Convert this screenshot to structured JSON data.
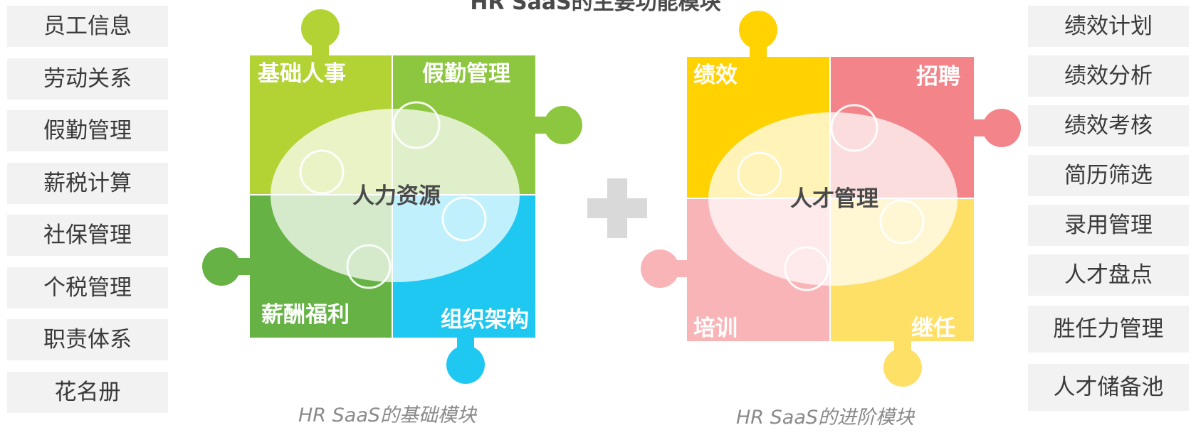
{
  "title": "HR SaaS的主要功能模块",
  "left_list": [
    "员工信息",
    "劳动关系",
    "假勤管理",
    "薪税计算",
    "社保管理",
    "个税管理",
    "职责体系",
    "花名册"
  ],
  "right_list": [
    "绩效计划",
    "绩效分析",
    "绩效考核",
    "简历筛选",
    "录用管理",
    "人才盘点",
    "胜任力管理",
    "人才储备池"
  ],
  "basic_puzzle": {
    "center": "人力资源",
    "pieces": [
      "基础人事",
      "假勤管理",
      "薪酬福利",
      "组织架构"
    ],
    "caption": "HR SaaS的基础模块"
  },
  "advanced_puzzle": {
    "center": "人才管理",
    "pieces": [
      "绩效",
      "招聘",
      "培训",
      "继任"
    ],
    "caption": "HR SaaS的进阶模块"
  },
  "colors": {
    "basic": [
      "#b3d335",
      "#8dc63f",
      "#66b245",
      "#1fc8f0"
    ],
    "advanced": [
      "#ffd200",
      "#f3858a",
      "#f9b4b7",
      "#ffe066"
    ],
    "side_box": "#f2f2f2",
    "plus": "#d9d9d9"
  }
}
